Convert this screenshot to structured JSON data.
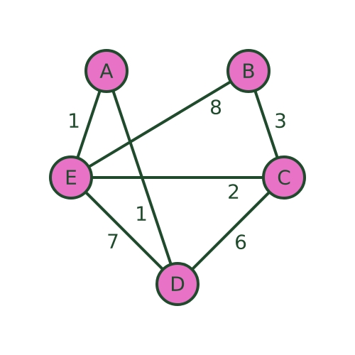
{
  "graph": {
    "nodes": [
      {
        "id": "A",
        "label": "A"
      },
      {
        "id": "B",
        "label": "B"
      },
      {
        "id": "C",
        "label": "C"
      },
      {
        "id": "D",
        "label": "D"
      },
      {
        "id": "E",
        "label": "E"
      }
    ],
    "edges": [
      {
        "from": "A",
        "to": "E",
        "weight": "1"
      },
      {
        "from": "A",
        "to": "D",
        "weight": "1"
      },
      {
        "from": "B",
        "to": "E",
        "weight": "8"
      },
      {
        "from": "B",
        "to": "C",
        "weight": "3"
      },
      {
        "from": "E",
        "to": "C",
        "weight": "2"
      },
      {
        "from": "E",
        "to": "D",
        "weight": "7"
      },
      {
        "from": "C",
        "to": "D",
        "weight": "6"
      }
    ],
    "colors": {
      "node_fill": "#e872c6",
      "stroke": "#1f4a2c",
      "text": "#1f4a2c",
      "background": "#ffffff"
    }
  }
}
